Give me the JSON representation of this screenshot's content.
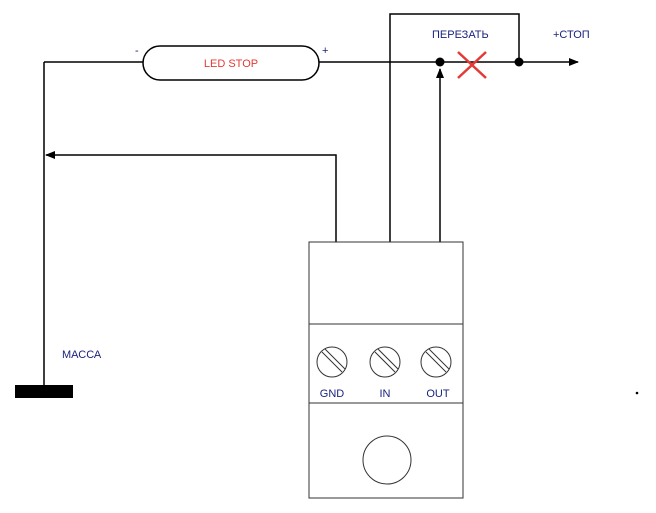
{
  "colors": {
    "wire": "#000000",
    "label": "#1a237e",
    "led_text": "#e53935",
    "cut_mark": "#e53935"
  },
  "lamp": {
    "label": "LED STOP",
    "minus_sign": "-",
    "plus_sign": "+"
  },
  "labels": {
    "cut": "ПЕРЕЗАТЬ",
    "output": "+СТОП",
    "ground": "МАССА"
  },
  "module": {
    "terminals": [
      "GND",
      "IN",
      "OUT"
    ]
  }
}
